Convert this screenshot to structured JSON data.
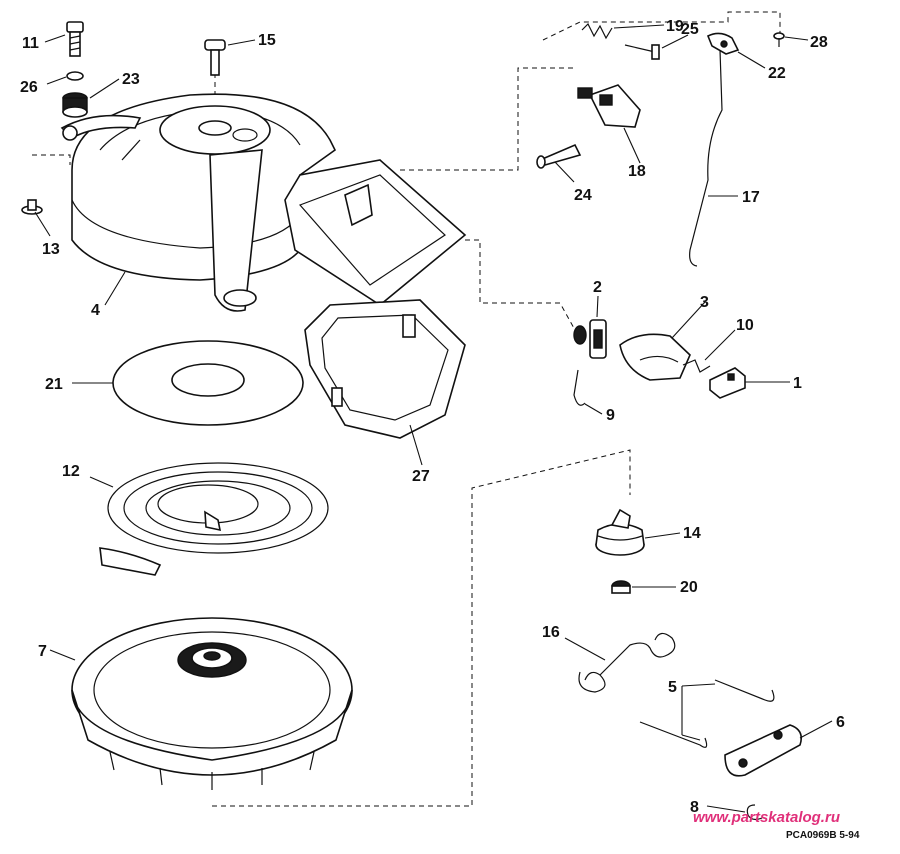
{
  "callouts": {
    "c1": "1",
    "c2": "2",
    "c3": "3",
    "c4": "4",
    "c5": "5",
    "c6": "6",
    "c7": "7",
    "c8": "8",
    "c9": "9",
    "c10": "10",
    "c11": "11",
    "c12": "12",
    "c13": "13",
    "c14": "14",
    "c15": "15",
    "c16": "16",
    "c17": "17",
    "c18": "18",
    "c19": "19",
    "c20": "20",
    "c21": "21",
    "c22": "22",
    "c23": "23",
    "c24": "24",
    "c25": "25",
    "c26": "26",
    "c27": "27",
    "c28": "28"
  },
  "watermark": "www.partskatalog.ru",
  "drawing_code": "PCA0969B  5-94"
}
